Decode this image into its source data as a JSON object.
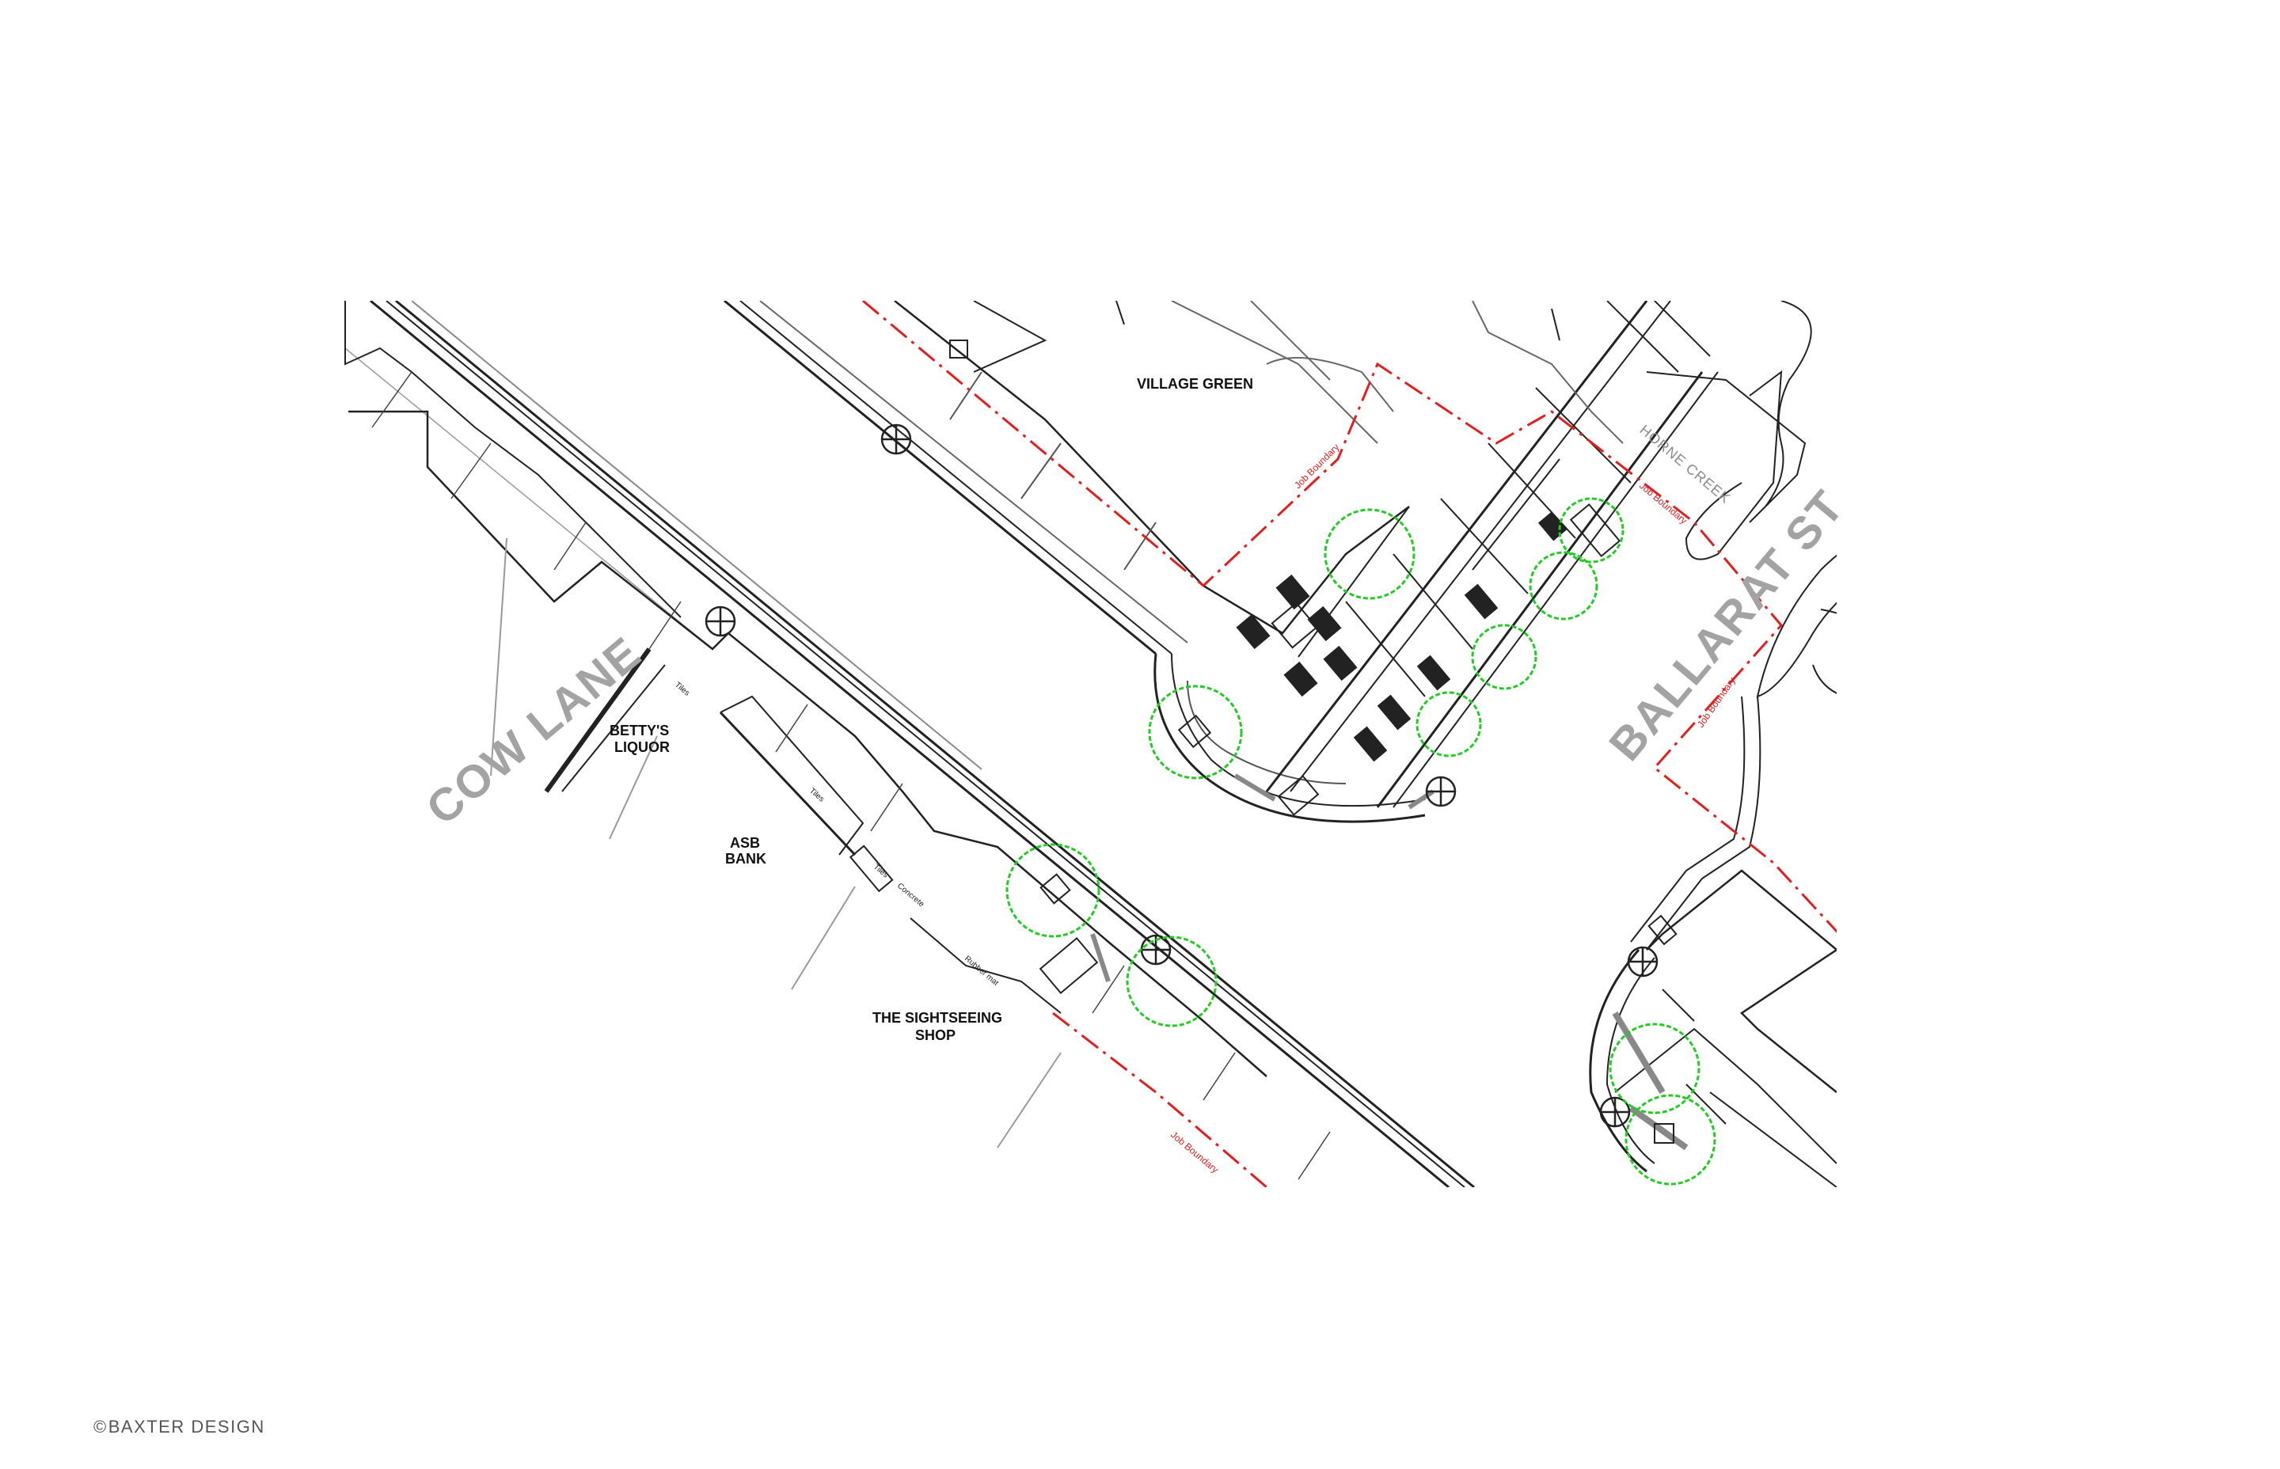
{
  "streets": {
    "cow_lane": "COW LANE",
    "ballarat_st": "BALLARAT ST"
  },
  "places": {
    "village_green": "VILLAGE GREEN",
    "bettys_line1": "BETTY'S",
    "bettys_line2": "LIQUOR",
    "asb_line1": "ASB",
    "asb_line2": "BANK",
    "sightseeing_line1": "THE SIGHTSEEING",
    "sightseeing_line2": "SHOP"
  },
  "water": {
    "horne_creek": "HORNE CREEK"
  },
  "annotations": {
    "job_boundary": "Job Boundary",
    "tiles": "Tiles",
    "concrete": "Concrete",
    "rubber_mat": "Rubber mat"
  },
  "copyright": {
    "symbol": "©",
    "text": "BAXTER DESIGN"
  },
  "colors": {
    "linework": "#222222",
    "boundary": "#e02020",
    "trees": "#22cc22",
    "street_label": "#a3a3a3"
  }
}
